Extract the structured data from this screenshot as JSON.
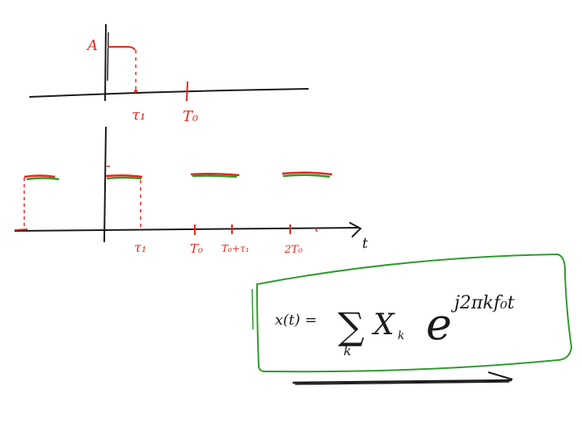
{
  "colors": {
    "ink": "#1a1a1a",
    "red": "#e8271e",
    "green": "#2e9b2e"
  },
  "top_plot": {
    "amplitude_label": "A",
    "tick_labels": [
      "τ₁",
      "T₀"
    ]
  },
  "bottom_plot": {
    "axis_label": "t",
    "tick_labels": [
      "τ₁",
      "T₀",
      "T₀+τ₁",
      "2T₀"
    ]
  },
  "formula": {
    "lhs": "x(t) =",
    "sum": "∑",
    "sum_index": "k",
    "term": "X",
    "term_sub": "k",
    "base": "e",
    "exponent": "j2πkf₀t"
  }
}
